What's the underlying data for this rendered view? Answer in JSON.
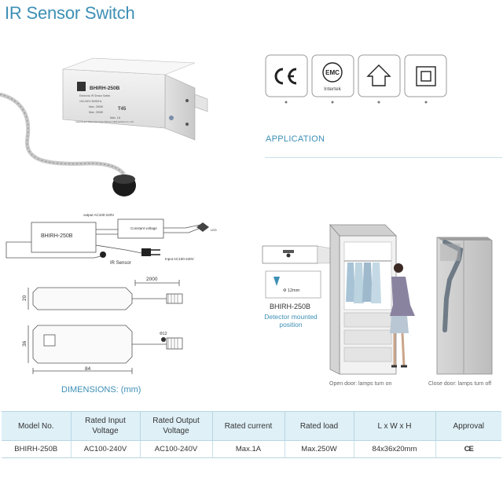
{
  "title": "IR Sensor Switch",
  "product": {
    "model_label": "BHIRH-250B",
    "device_lines": [
      "BHIRH-250B",
      "Electronic IR Sensor Switch",
      "100-240V 50/60Hz",
      "Max. 250W",
      "Max. 250W",
      "Max. 1A",
      "T45"
    ],
    "manufacturer": "SHENZHEN BEEHIVE ELECTRICAL APPLIANCE CO.,LTD"
  },
  "certifications": [
    {
      "name": "CE",
      "icon": "ce-mark-icon"
    },
    {
      "name": "EMC",
      "sub": "Intertek",
      "icon": "emc-intertek-icon"
    },
    {
      "name": "indoor use",
      "icon": "house-outline-icon"
    },
    {
      "name": "class II",
      "icon": "double-square-icon"
    }
  ],
  "application": {
    "label": "APPLICATION",
    "sensor_size": "Φ 12mm",
    "model": "BHIRH-250B",
    "detector_text": "Detector mounted position",
    "caption_open": "Open door: lamps turn on",
    "caption_close": "Close door: lamps turn off"
  },
  "wiring": {
    "model": "BHIRH-250B",
    "output": "output AC100-240V",
    "constant_voltage": "Constant voltage",
    "led": "LED",
    "input": "Input AC100-240V",
    "ir_sensor": "IR Sensor"
  },
  "dimensions": {
    "label": "DIMENSIONS: (mm)",
    "cable_length": "2000",
    "height": "20",
    "width": "36",
    "length": "84",
    "sensor_diameter": "Φ12"
  },
  "spec_table": {
    "headers": [
      "Model No.",
      "Rated Input Voltage",
      "Rated Output Voltage",
      "Rated current",
      "Rated load",
      "L x W x H",
      "Approval"
    ],
    "row": [
      "BHIRH-250B",
      "AC100-240V",
      "AC100-240V",
      "Max.1A",
      "Max.250W",
      "84x36x20mm",
      "CE"
    ]
  },
  "colors": {
    "accent": "#3d8fb5",
    "table_header_bg": "#dff0f7",
    "border": "#b8d6e3"
  }
}
